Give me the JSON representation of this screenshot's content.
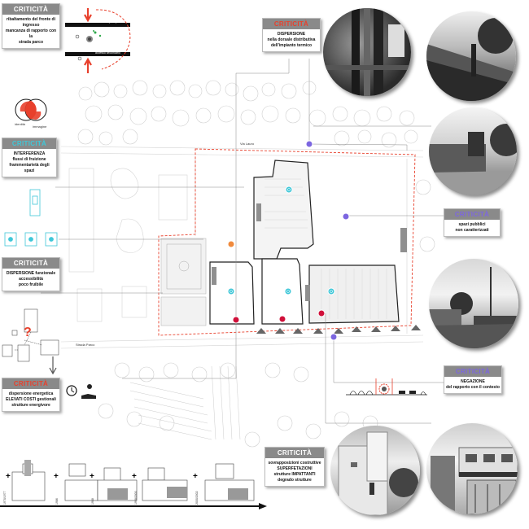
{
  "cards": {
    "c1": {
      "header": "CRITICITÀ",
      "header_color": "#ffffff",
      "lines": [
        "ribaltamento del fronte di",
        "ingresso",
        "mancanza di rapporto con la",
        "strada parco"
      ]
    },
    "c2": {
      "header": "CRITICITÀ",
      "header_color": "#e8402c",
      "lines": [
        "DISPERSIONE",
        "nella dorsale distributiva",
        "dell'impianto termico"
      ]
    },
    "c3": {
      "header": "CRITICITÀ",
      "header_color": "#3fc7d8",
      "lines": [
        "INTERFERENZA",
        "flussi di fruizione",
        "frammentarietà degli spazi"
      ]
    },
    "c4": {
      "header": "CRITICITÀ",
      "header_color": "#7c66e0",
      "lines": [
        "spazi pubblici",
        "non caratterizzati"
      ]
    },
    "c5": {
      "header": "CRITICITÀ",
      "header_color": "#ffffff",
      "lines": [
        "DISPERSIONE funzionale",
        "accessibilità",
        "poco fruibile"
      ]
    },
    "c6": {
      "header": "CRITICITÀ",
      "header_color": "#7c66e0",
      "lines": [
        "NEGAZIONE",
        "del rapporto con il contesto"
      ]
    },
    "c7": {
      "header": "CRITICITÀ",
      "header_color": "#e8402c",
      "lines": [
        "dispersione energetica",
        "ELEVATI COSTI gestionali",
        "strutture energivore"
      ]
    },
    "c8": {
      "header": "CRITICITÀ",
      "header_color": "#ffffff",
      "lines": [
        "sovrapposizioni costruttive",
        "SUPERFETAZIONI",
        "strutture IMPATTANTI",
        "degrado strutture"
      ]
    }
  },
  "venn": {
    "label_a": "identità",
    "label_b": "immagine"
  },
  "entrance_diagram": {
    "left_label": "strada",
    "right_label": "accesso principale",
    "bottom_label": "accesso secondario"
  },
  "street_labels": {
    "north": "Via Lauro",
    "south": "Strada Parco"
  },
  "timeline": {
    "labels": [
      "1970/1977",
      "1986",
      "1988",
      "1998/2000",
      "2000/2002"
    ],
    "plus": "+"
  },
  "colors": {
    "red": "#e8402c",
    "cyan": "#3fc7d8",
    "purple": "#7c66e0",
    "orange": "#f08a3c",
    "gray": "#8a8a8a",
    "crimson": "#d0103a"
  },
  "icons": [
    "clock-icon",
    "money-hand-icon",
    "question-mark-icon",
    "down-arrow-icon"
  ]
}
